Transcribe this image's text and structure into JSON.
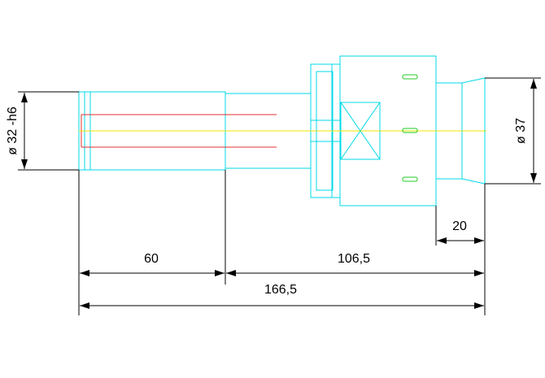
{
  "dimensions": {
    "diameter_left": "ø 32 -h6",
    "diameter_right": "ø 37",
    "length_60": "60",
    "length_106_5": "106,5",
    "length_166_5": "166,5",
    "length_20": "20"
  },
  "colors": {
    "part_outline": "#00d8e8",
    "centerline": "#f2e400",
    "bore": "#e03030",
    "keys": "#22cc22",
    "dimension_lines": "#000000"
  }
}
